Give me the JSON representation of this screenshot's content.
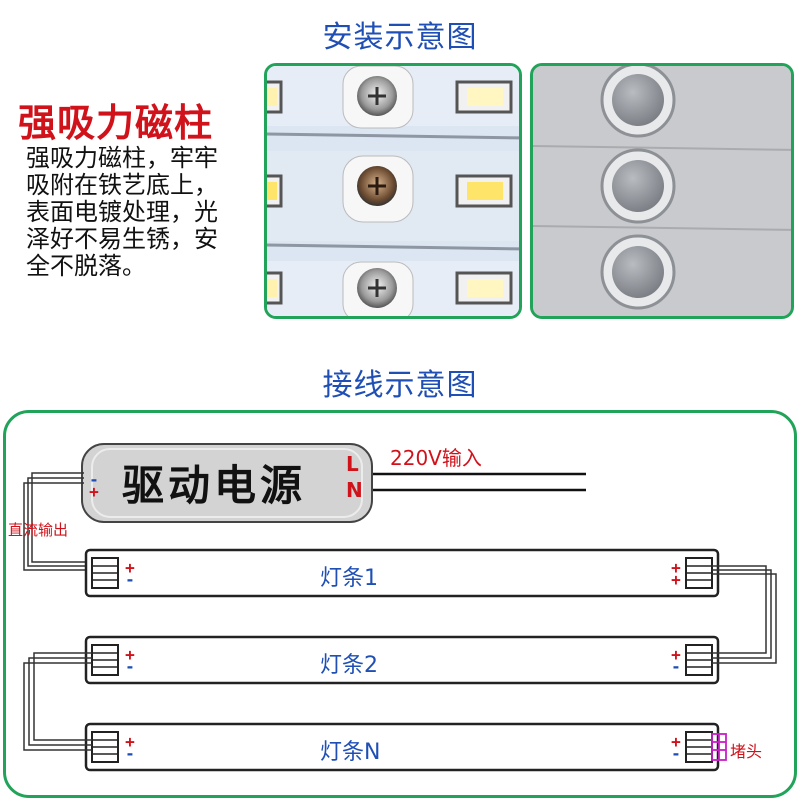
{
  "install": {
    "title": "安装示意图",
    "feature_heading": "强吸力磁柱",
    "feature_description": "强吸力磁柱，牢牢吸附在铁艺底上，表面电镀处理，光泽好不易生锈，安全不脱落。"
  },
  "wiring": {
    "title": "接线示意图",
    "power_supply": {
      "label": "驱动电源",
      "pin_l": "L",
      "pin_n": "N",
      "terminal_plus": "+",
      "terminal_minus": "-"
    },
    "ac_input_label": "220V输入",
    "dc_output_label": "直流输出",
    "end_plug_label": "堵头",
    "strips": [
      {
        "label": "灯条1"
      },
      {
        "label": "灯条2"
      },
      {
        "label": "灯条N"
      }
    ],
    "polarity": {
      "plus": "+",
      "minus": "-"
    }
  },
  "colors": {
    "title_blue": "#1f4fb5",
    "accent_red": "#d0121b",
    "frame_green": "#22a35a",
    "plug_magenta": "#c81fc8"
  }
}
